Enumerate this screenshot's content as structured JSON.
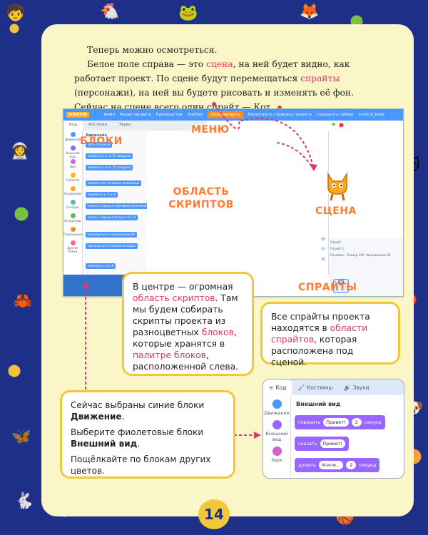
{
  "intro": {
    "p1_before": "Теперь можно осмотреться.",
    "p2_a": "Белое поле справа — это ",
    "p2_scene": "сцена",
    "p2_b": ", на ней будет видно, как работает проект. По сцене будут перемещаться ",
    "p2_sprites": "спрайты",
    "p2_c": " (персонажи), на ней вы будете рисовать и изменять её фон. Сейчас на сцене всего один спрайт — Кот."
  },
  "editor": {
    "menu": [
      "Файл",
      "Редактировать",
      "Руководства",
      "Untitled",
      "Опубликовать",
      "Посмотреть страницу проекта",
      "Сохранить сейчас",
      "scratch_book"
    ],
    "tabs": [
      "Код",
      "Костюмы",
      "Звуки"
    ],
    "categories": [
      "Движение",
      "Внешний вид",
      "Звук",
      "События",
      "Управление",
      "Сенсоры",
      "Операторы",
      "Переменные",
      "Другие блоки"
    ],
    "palette_title": "Движение",
    "blocks": [
      "идти 10 шагов",
      "повернуть ↻ на 15 градусов",
      "повернуть ↺ на 15 градусов",
      "перейти на случайное положение",
      "перейти в x: 0 y: 0",
      "плыть 1 секунд в случайное положение",
      "плыть 1 секунд в точку x: 0 y: 0",
      "повернуться в направлении 90",
      "повернуться к указатель мыши",
      "изменить x на 10"
    ],
    "sprite_info": [
      "Спрайт",
      "Спрайт 1",
      "Показать",
      "Размер",
      "100",
      "Направление",
      "90"
    ],
    "stage_label": "Сцена",
    "sprite_thumb_label": "Спрайт 1"
  },
  "labels": {
    "menu": "МЕНЮ",
    "blocks": "БЛОКИ",
    "scripts": "ОБЛАСТЬ СКРИПТОВ",
    "scene": "СЦЕНА",
    "sprites": "СПРАЙТЫ"
  },
  "callout1": {
    "a": "В центре — огромная ",
    "hl1": "область скриптов",
    "b": ". Там мы будем собирать скрипты проекта из разноцветных ",
    "hl2": "блоков",
    "c": ", которые хранятся в ",
    "hl3": "палитре блоков",
    "d": ", расположенной слева."
  },
  "callout2": {
    "a": "Все спрайты проекта находятся в ",
    "hl": "области спрайтов",
    "b": ", которая расположена под сценой."
  },
  "callout3": {
    "p1_a": "Сейчас выбраны синие блоки ",
    "p1_b": "Движение",
    "p1_c": ".",
    "p2_a": "Выберите фиолетовые блоки ",
    "p2_b": "Внешний вид",
    "p2_c": ".",
    "p3": "Пощёлкайте по блокам других цветов."
  },
  "zoom_palette": {
    "tabs": [
      "Код",
      "Костюмы",
      "Звуки"
    ],
    "categories": [
      "Движение",
      "Внешний вид",
      "Звук"
    ],
    "title": "Внешний вид",
    "block1": {
      "a": "говорить",
      "b": "Привет!",
      "c": "2",
      "d": "секунд"
    },
    "block2": {
      "a": "сказать",
      "b": "Привет!"
    },
    "block3": {
      "a": "думать",
      "b": "М-м-м...",
      "c": "2",
      "d": "секунд"
    }
  },
  "page_number": "14",
  "colors": {
    "accent": "#e0366b",
    "motion": "#4c97ff",
    "looks": "#9966ff",
    "callout_border": "#f2c83a",
    "label": "#ff7a33"
  }
}
